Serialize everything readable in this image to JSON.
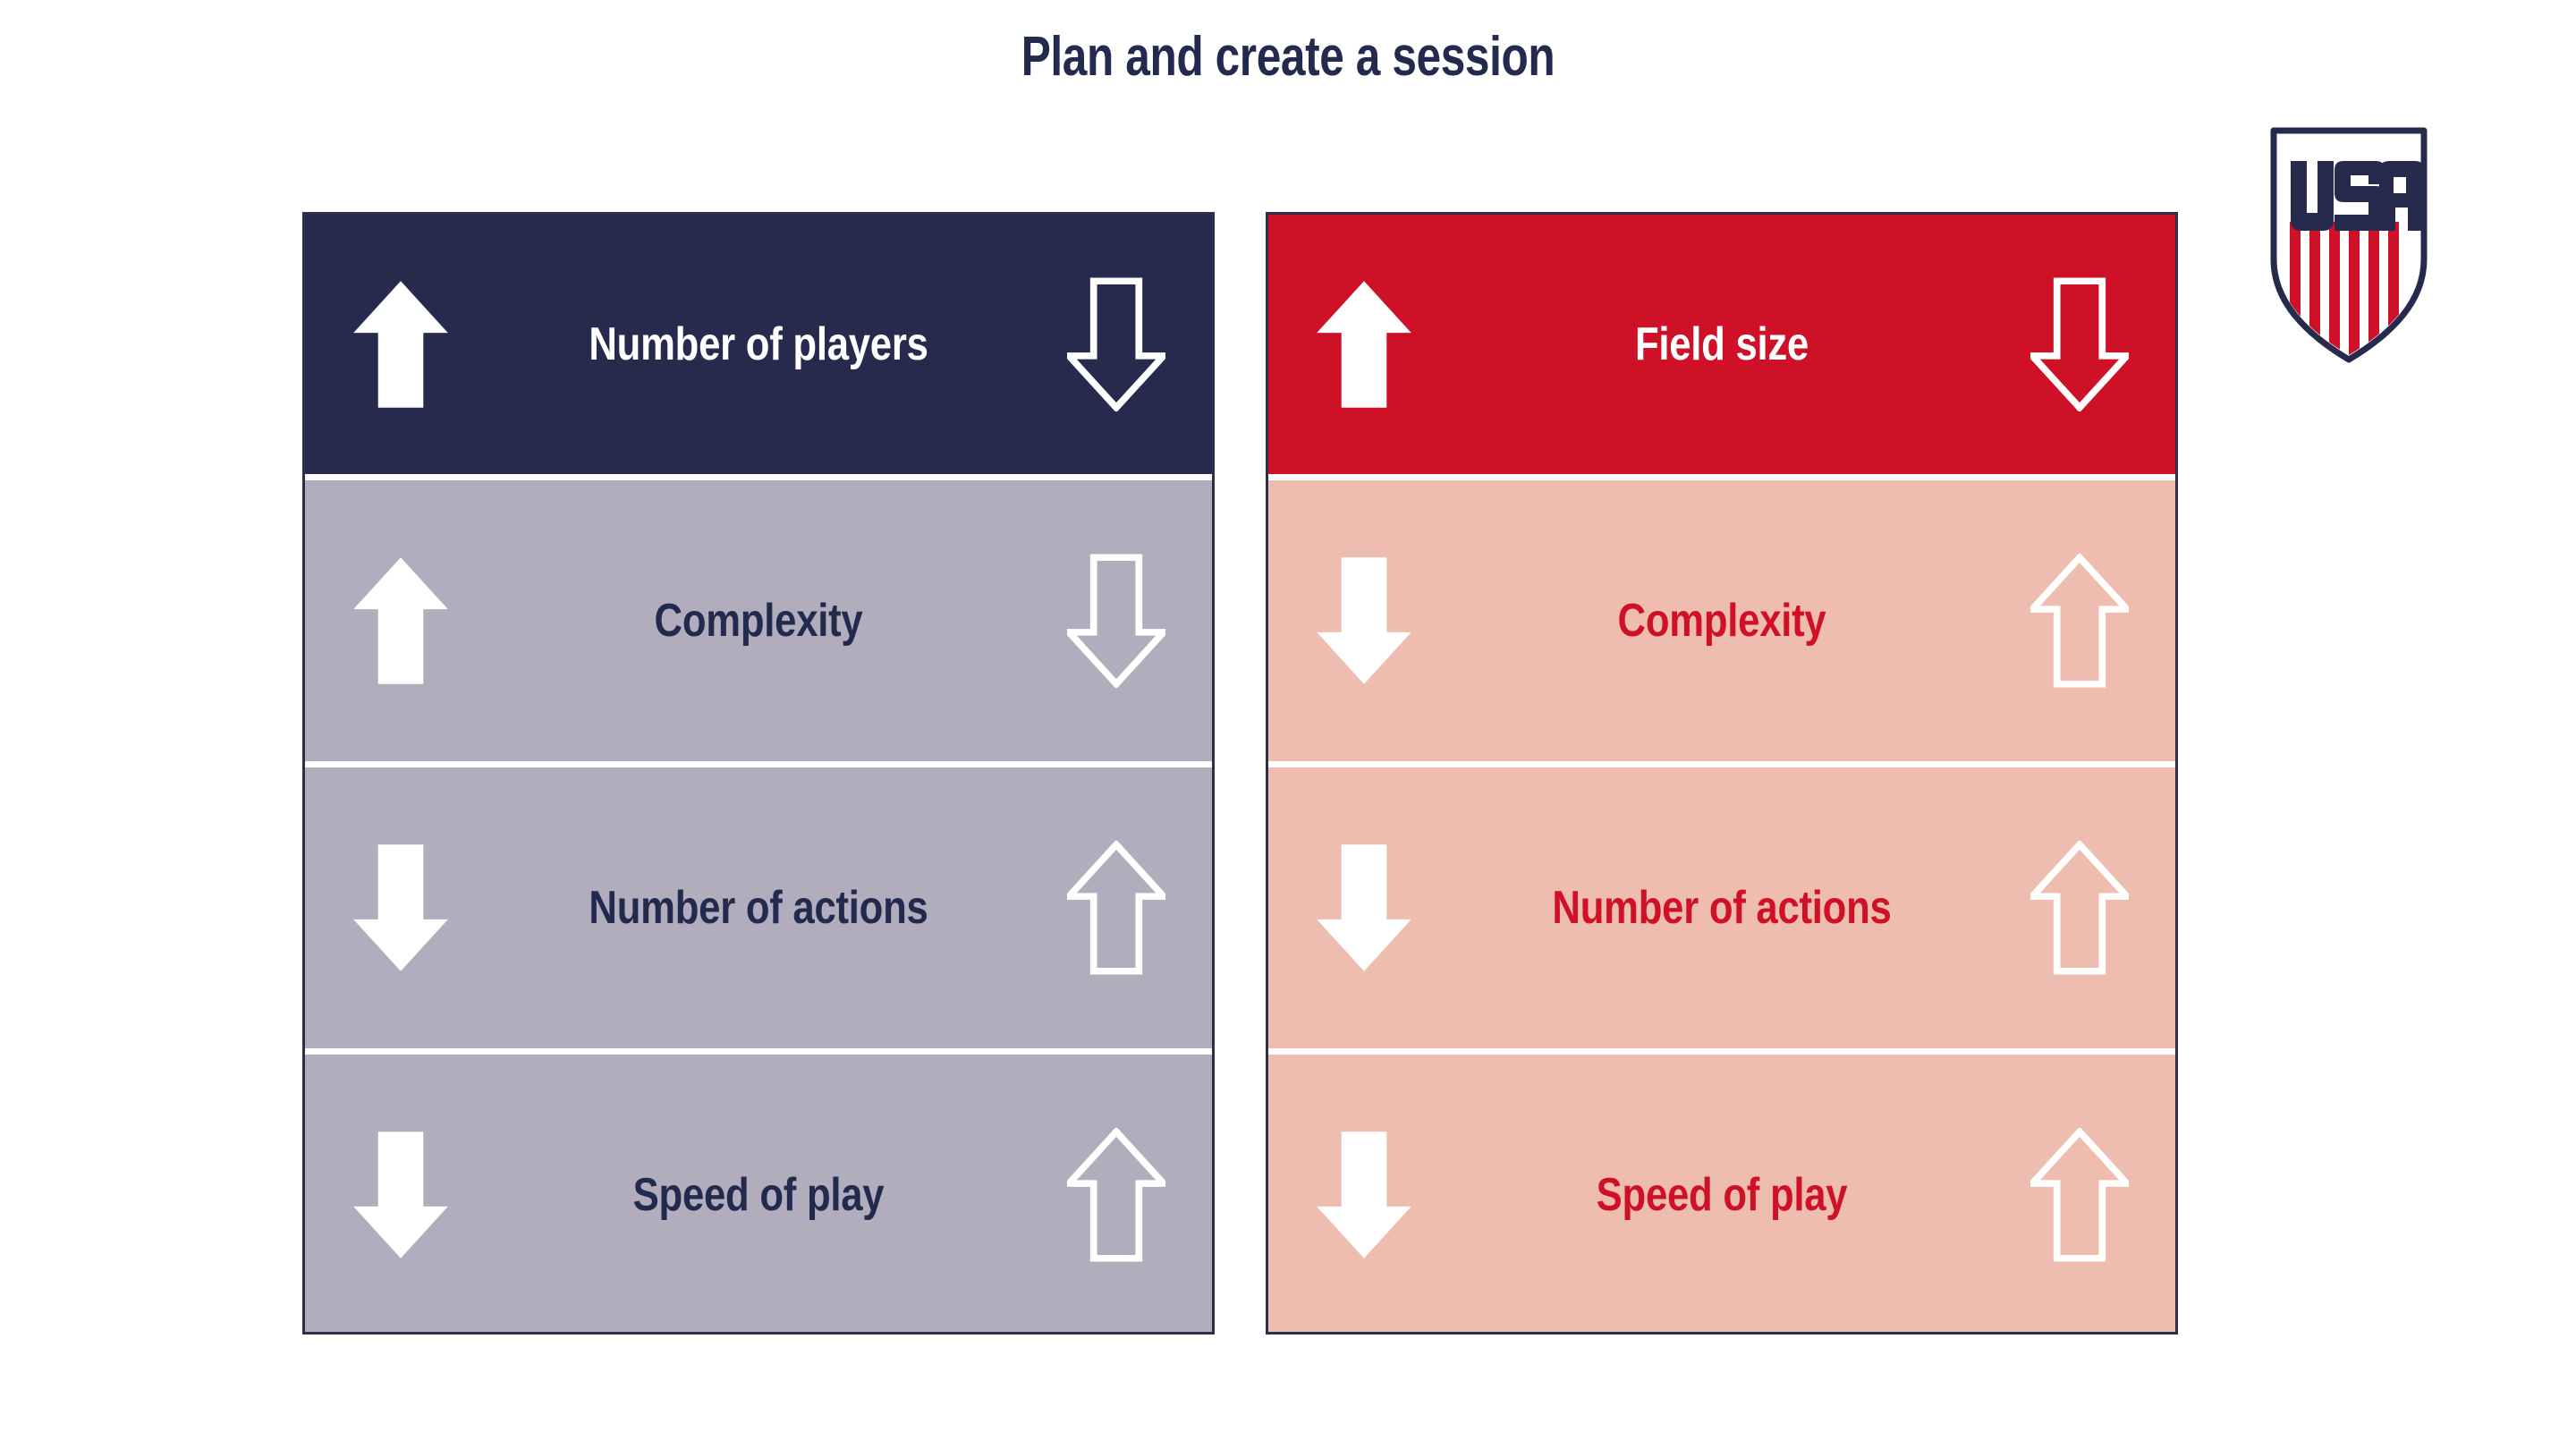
{
  "title": "Plan and create a session",
  "colors": {
    "navy": "#262B4E",
    "navy_text": "#222A4E",
    "red": "#CE1126",
    "gray": "#B2ADBC",
    "pink": "#EFBDB0",
    "white": "#FFFFFF"
  },
  "logo": {
    "name": "usa-soccer-crest",
    "wordmark": "USA"
  },
  "panels": [
    {
      "id": "left",
      "header": {
        "label": "Number of players",
        "left_arrow": "arrow-up-solid",
        "right_arrow": "arrow-down-outline"
      },
      "rows": [
        {
          "label": "Complexity",
          "left_arrow": "arrow-up-solid",
          "right_arrow": "arrow-down-outline"
        },
        {
          "label": "Number of actions",
          "left_arrow": "arrow-down-solid",
          "right_arrow": "arrow-up-outline"
        },
        {
          "label": "Speed of play",
          "left_arrow": "arrow-down-solid",
          "right_arrow": "arrow-up-outline"
        }
      ]
    },
    {
      "id": "right",
      "header": {
        "label": "Field size",
        "left_arrow": "arrow-up-solid",
        "right_arrow": "arrow-down-outline"
      },
      "rows": [
        {
          "label": "Complexity",
          "left_arrow": "arrow-down-solid",
          "right_arrow": "arrow-up-outline"
        },
        {
          "label": "Number of actions",
          "left_arrow": "arrow-down-solid",
          "right_arrow": "arrow-up-outline"
        },
        {
          "label": "Speed of play",
          "left_arrow": "arrow-down-solid",
          "right_arrow": "arrow-up-outline"
        }
      ]
    }
  ]
}
